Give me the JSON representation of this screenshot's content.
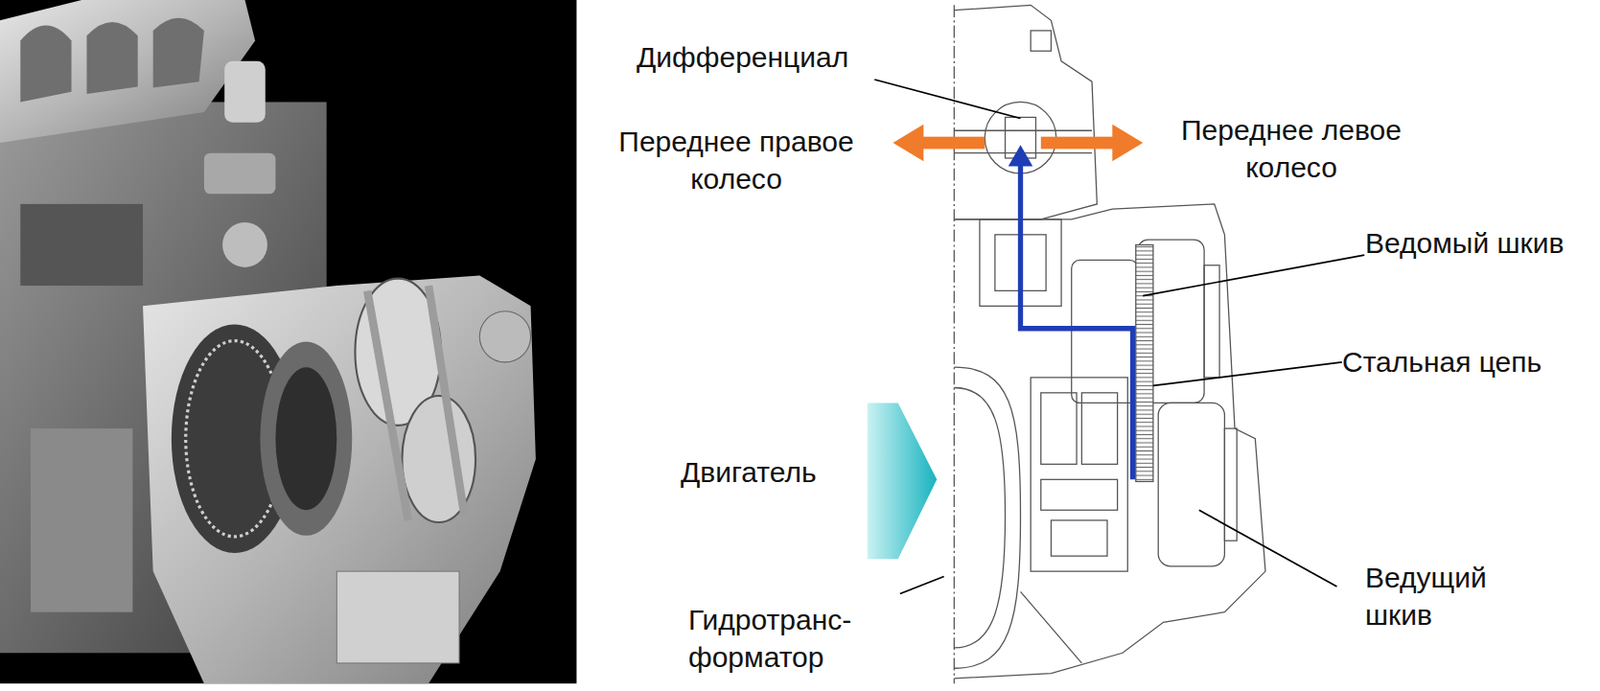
{
  "diagram": {
    "labels": [
      "Дифференциал",
      "Переднее правое колесо",
      "Переднее левое колесо",
      "Ведомый шкив",
      "Стальная цепь",
      "Двигатель",
      "Ведущий шкив",
      "Гидротранс- форматор"
    ]
  }
}
